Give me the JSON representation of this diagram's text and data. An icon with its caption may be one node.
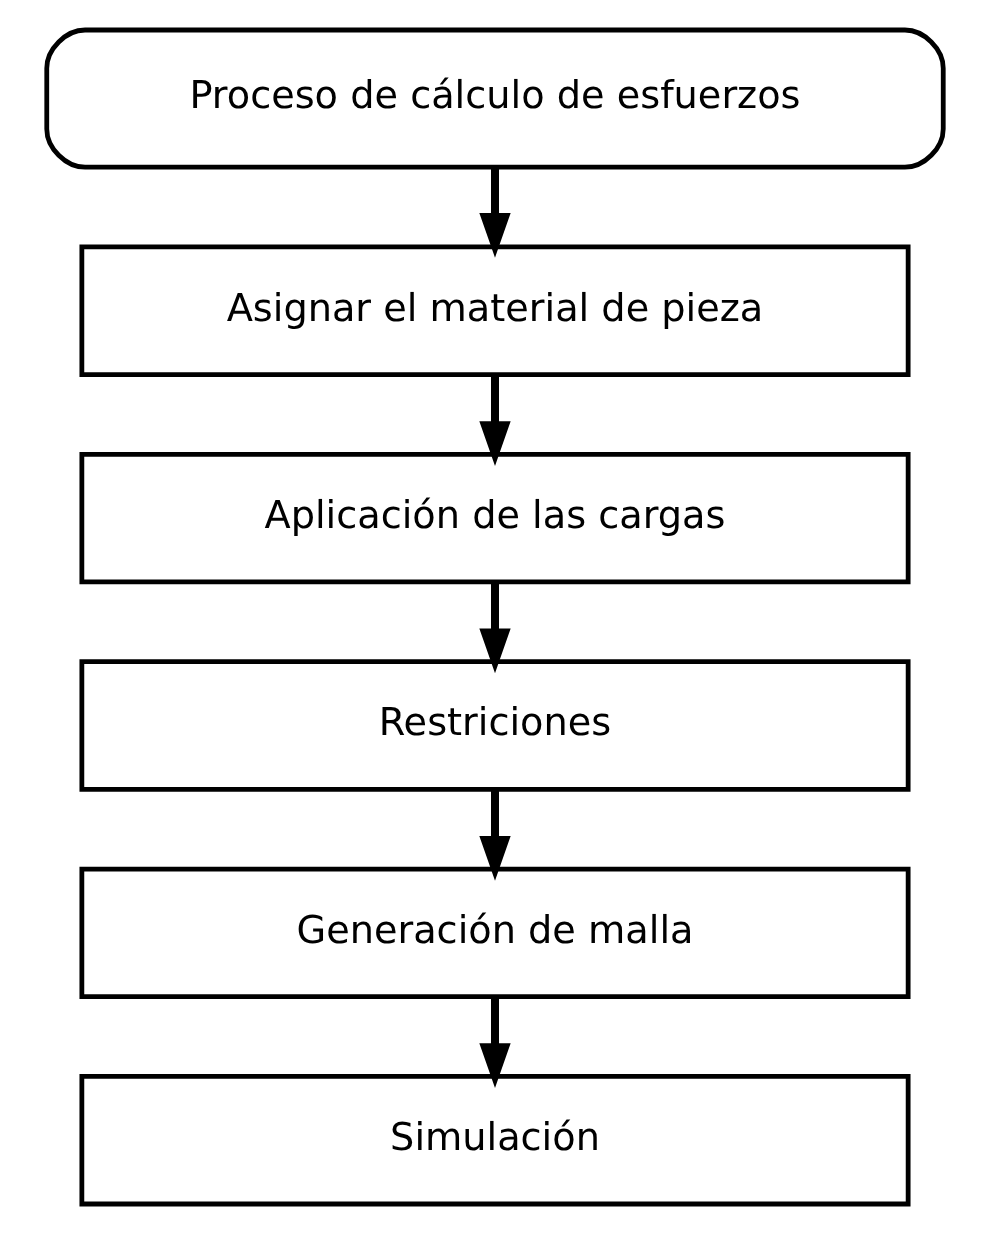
{
  "diagram": {
    "nodes": [
      {
        "text": [
          "Proceso de cálculo de esfuerzos"
        ]
      },
      {
        "text": [
          "Asignar el material de pieza"
        ]
      },
      {
        "text": [
          "Aplicación de las cargas"
        ]
      },
      {
        "text": [
          "Restriciones"
        ]
      },
      {
        "text": [
          "Generación de malla"
        ]
      },
      {
        "text": [
          "Simulación"
        ]
      }
    ],
    "edges": [
      {
        "from": 0,
        "to": 1,
        "arrow": "to"
      },
      {
        "from": 1,
        "to": 2,
        "arrow": "to"
      },
      {
        "from": 2,
        "to": 3,
        "arrow": "to"
      },
      {
        "from": 3,
        "to": 4,
        "arrow": "to"
      },
      {
        "from": 4,
        "to": 5,
        "arrow": "to"
      }
    ]
  }
}
